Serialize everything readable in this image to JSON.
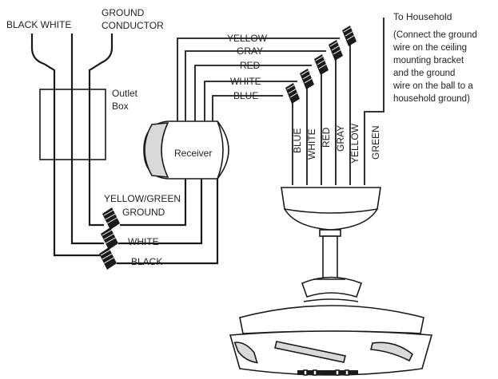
{
  "labels": {
    "black_white": "BLACK WHITE",
    "ground_conductor_1": "GROUND",
    "ground_conductor_2": "CONDUCTOR",
    "outlet_box_1": "Outlet",
    "outlet_box_2": "Box",
    "receiver": "Receiver",
    "yg_ground_1": "YELLOW/GREEN",
    "yg_ground_2": "GROUND",
    "white": "WHITE",
    "black": "BLACK",
    "to_household": "To Household",
    "note_lines": [
      "(Connect the ground",
      "wire on the ceiling",
      "mounting bracket",
      "and the ground",
      "wire on the ball to a",
      "household ground)"
    ],
    "receiver_wires": [
      "YELLOW",
      "GRAY",
      "RED",
      "WHITE",
      "BLUE"
    ],
    "fan_wires": [
      "BLUE",
      "WHITE",
      "RED",
      "GRAY",
      "YELLOW"
    ],
    "green": "GREEN"
  }
}
